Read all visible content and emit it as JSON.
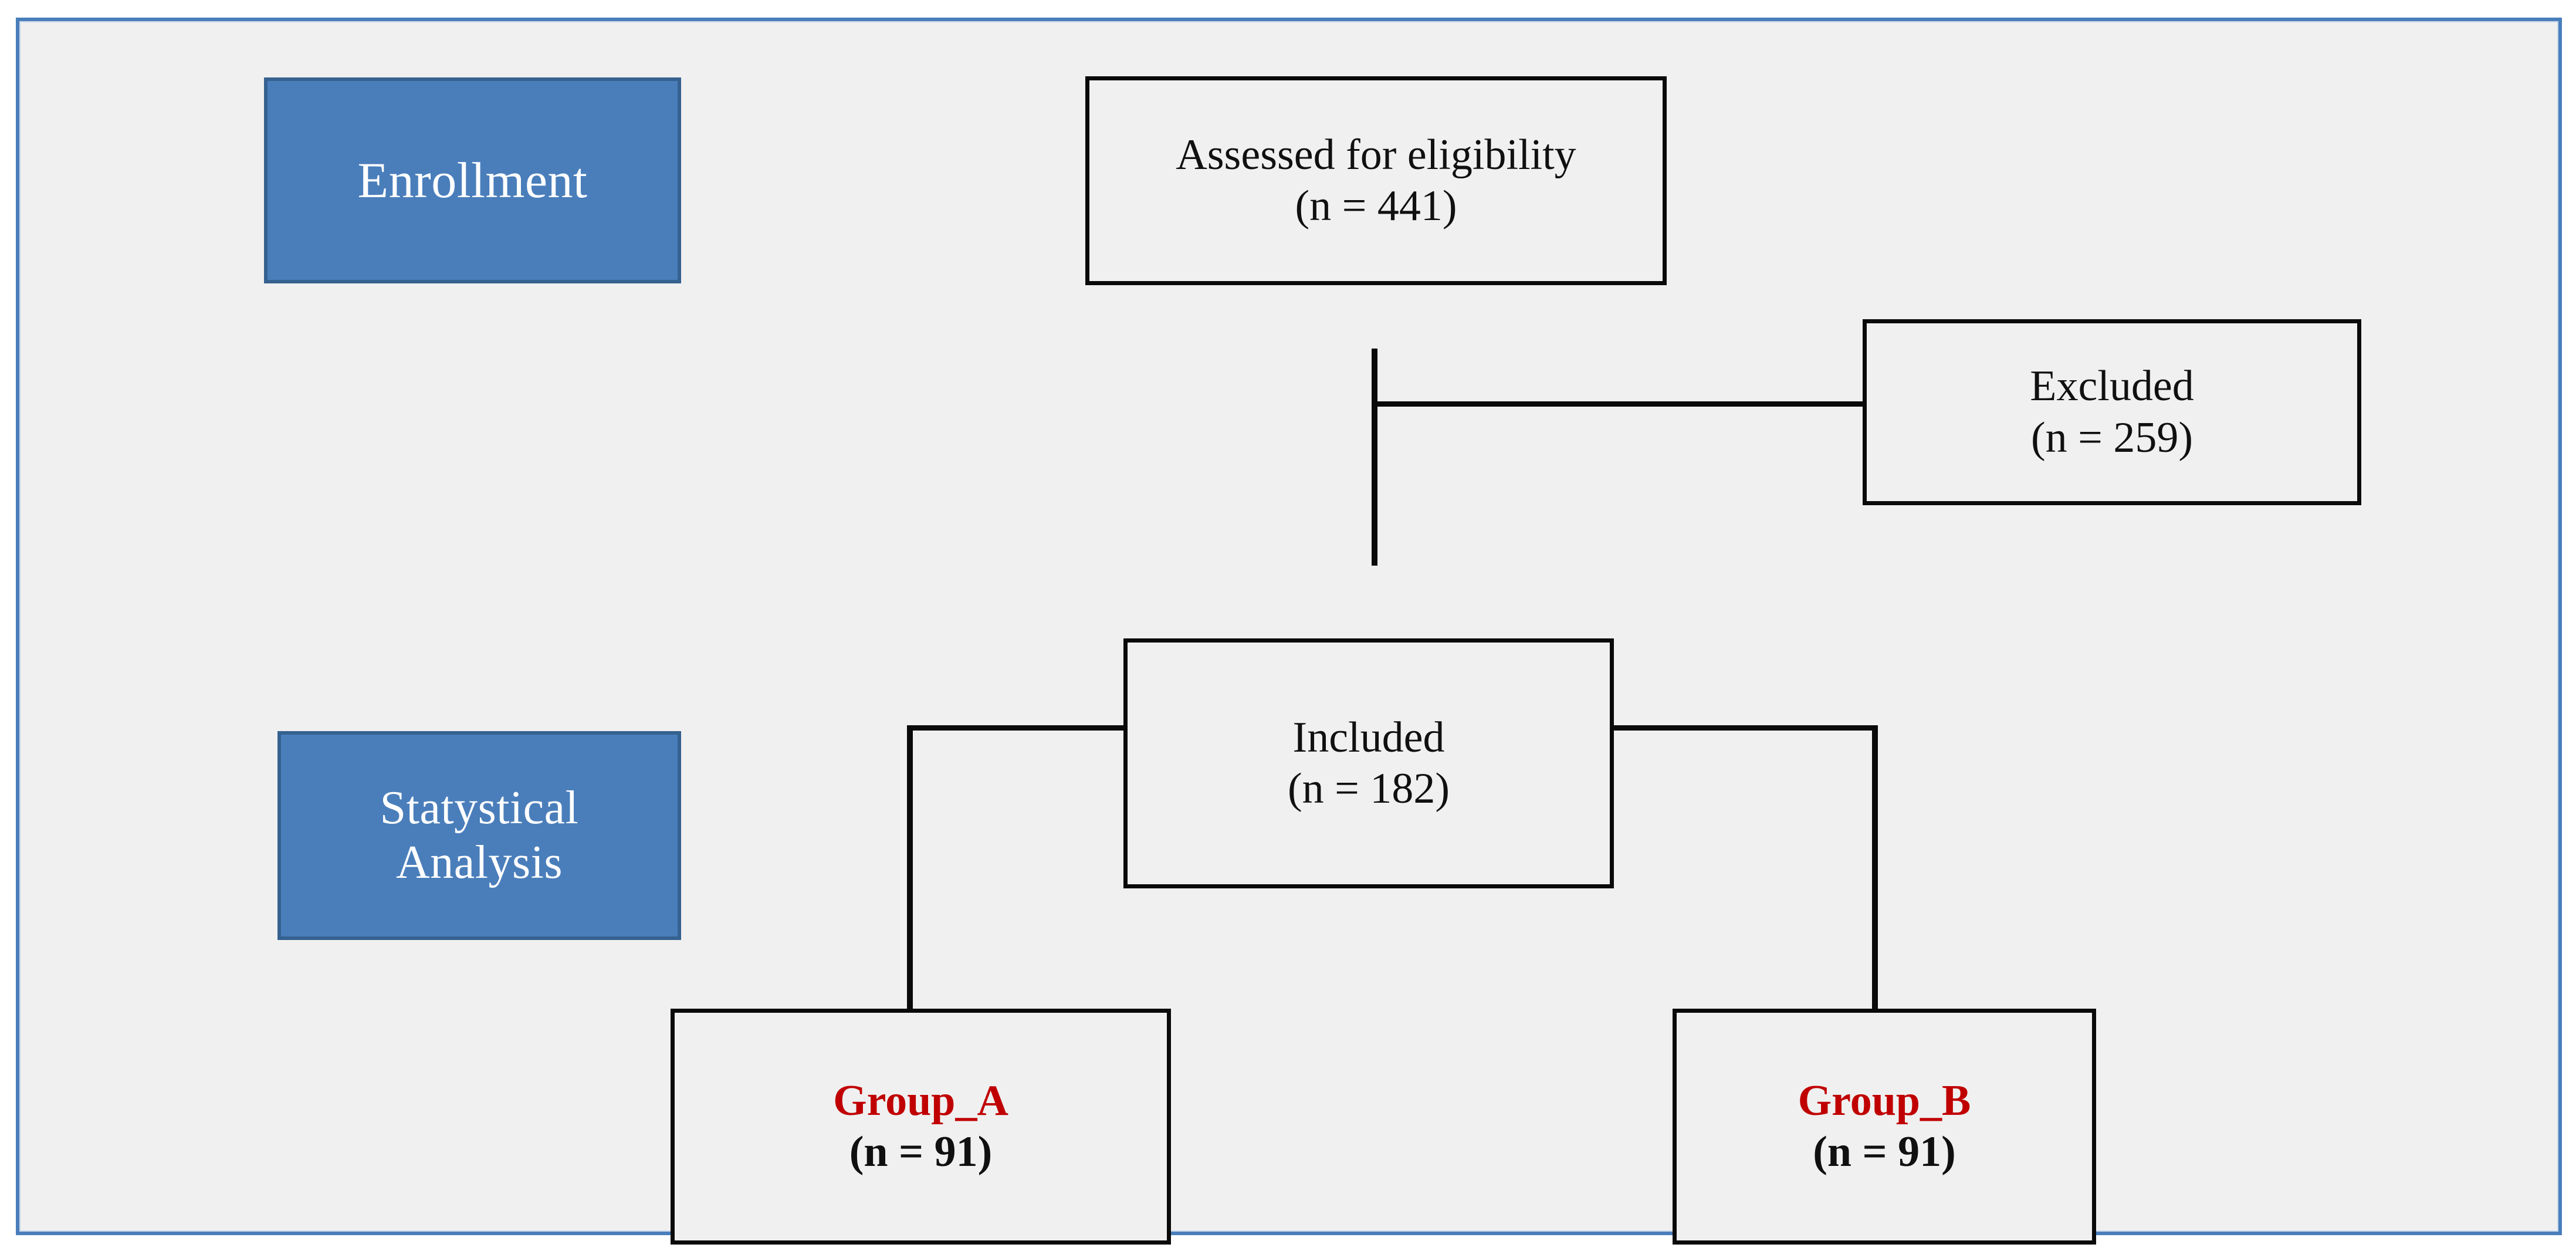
{
  "figure": {
    "type": "study-flow-diagram",
    "frame_color": "#4a7ebb",
    "background_color": "#f0f0f0"
  },
  "stages": [
    {
      "id": "enrollment",
      "lines": [
        "Enrollment"
      ],
      "fill_color": "#4a7ebb",
      "border_color": "#35618f",
      "text_color": "#ffffff"
    },
    {
      "id": "statystical-analysis",
      "lines": [
        "Statystical",
        "Analysis"
      ],
      "fill_color": "#4a7ebb",
      "border_color": "#35618f",
      "text_color": "#ffffff"
    }
  ],
  "nodes": {
    "assessed": {
      "label": "Assessed for eligibility",
      "count": "(n = 441)",
      "n": 441
    },
    "excluded": {
      "label": "Excluded",
      "count": "(n = 259)",
      "n": 259
    },
    "included": {
      "label": "Included",
      "count": "(n = 182)",
      "n": 182
    },
    "group_a": {
      "label": "Group_A",
      "count": "(n = 91)",
      "n": 91,
      "label_color": "#c00000"
    },
    "group_b": {
      "label": "Group_B",
      "count": "(n = 91)",
      "n": 91,
      "label_color": "#c00000"
    }
  },
  "connectors": [
    {
      "id": "trunk-vertical",
      "from": "assessed",
      "to": "included",
      "orientation": "vertical"
    },
    {
      "id": "excluded-horizontal",
      "from": "trunk",
      "to": "excluded",
      "orientation": "horizontal"
    },
    {
      "id": "left-horizontal",
      "from": "included",
      "to": "group_a",
      "orientation": "horizontal"
    },
    {
      "id": "left-vertical",
      "from": "included",
      "to": "group_a",
      "orientation": "vertical"
    },
    {
      "id": "right-horizontal",
      "from": "included",
      "to": "group_b",
      "orientation": "horizontal"
    },
    {
      "id": "right-vertical",
      "from": "included",
      "to": "group_b",
      "orientation": "vertical"
    }
  ]
}
